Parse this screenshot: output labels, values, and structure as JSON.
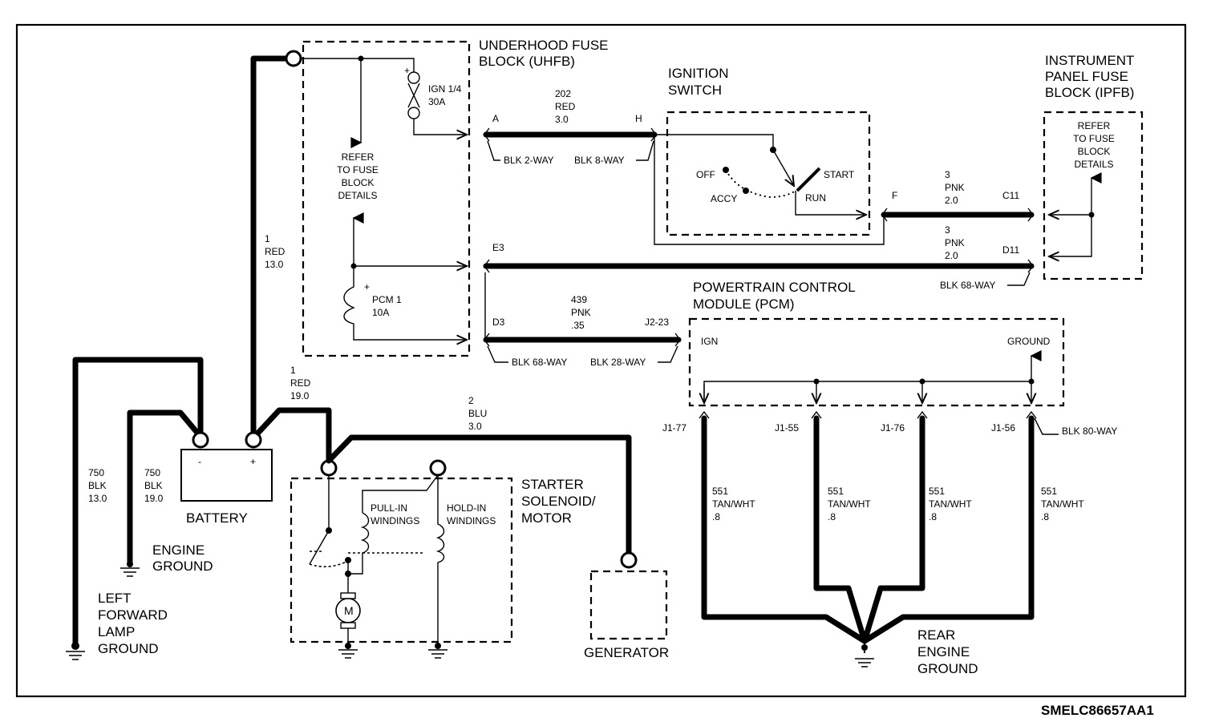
{
  "diagram": {
    "uhfb_title": [
      "UNDERHOOD FUSE",
      "BLOCK (UHFB)"
    ],
    "ign_fuse": [
      "IGN 1/4",
      "30A"
    ],
    "refer_uhfb": [
      "REFER",
      "TO FUSE",
      "BLOCK",
      "DETAILS"
    ],
    "pcm_fuse": [
      "PCM 1",
      "10A"
    ],
    "wire_1_red_13": [
      "1",
      "RED",
      "13.0"
    ],
    "wire_1_red_19": [
      "1",
      "RED",
      "19.0"
    ],
    "wire_2_blu": [
      "2",
      "BLU",
      "3.0"
    ],
    "wire_202": [
      "202",
      "RED",
      "3.0"
    ],
    "pin_a": "A",
    "pin_h": "H",
    "blk_2way": "BLK 2-WAY",
    "blk_8way": "BLK 8-WAY",
    "ign_title": [
      "IGNITION",
      "SWITCH"
    ],
    "sw_off": "OFF",
    "sw_accy": "ACCY",
    "sw_start": "START",
    "sw_run": "RUN",
    "pin_f": "F",
    "pin_c11": "C11",
    "pin_d11": "D11",
    "wire_3_pnk_a": [
      "3",
      "PNK",
      "2.0"
    ],
    "wire_3_pnk_b": [
      "3",
      "PNK",
      "2.0"
    ],
    "ipfb_title": [
      "INSTRUMENT",
      "PANEL FUSE",
      "BLOCK (IPFB)"
    ],
    "refer_ipfb": [
      "REFER",
      "TO FUSE",
      "BLOCK",
      "DETAILS"
    ],
    "pin_e3": "E3",
    "blk_68way_right": "BLK 68-WAY",
    "pcm_title": [
      "POWERTRAIN CONTROL",
      "MODULE (PCM)"
    ],
    "pin_d3": "D3",
    "pin_j2_23": "J2-23",
    "wire_439": [
      "439",
      "PNK",
      ".35"
    ],
    "blk_68way_left": "BLK 68-WAY",
    "blk_28way": "BLK 28-WAY",
    "pcm_ign": "IGN",
    "pcm_ground": "GROUND",
    "pin_j1_77": "J1-77",
    "pin_j1_55": "J1-55",
    "pin_j1_76": "J1-76",
    "pin_j1_56": "J1-56",
    "blk_80way": "BLK 80-WAY",
    "wire_551_a": [
      "551",
      "TAN/WHT",
      ".8"
    ],
    "wire_551_b": [
      "551",
      "TAN/WHT",
      ".8"
    ],
    "wire_551_c": [
      "551",
      "TAN/WHT",
      ".8"
    ],
    "wire_551_d": [
      "551",
      "TAN/WHT",
      ".8"
    ],
    "rear_ground": [
      "REAR",
      "ENGINE",
      "GROUND"
    ],
    "wire_750_13": [
      "750",
      "BLK",
      "13.0"
    ],
    "wire_750_19": [
      "750",
      "BLK",
      "19.0"
    ],
    "battery": "BATTERY",
    "batt_neg": "-",
    "batt_pos": "+",
    "engine_ground": [
      "ENGINE",
      "GROUND"
    ],
    "lamp_ground": [
      "LEFT",
      "FORWARD",
      "LAMP",
      "GROUND"
    ],
    "starter_title": [
      "STARTER",
      "SOLENOID/",
      "MOTOR"
    ],
    "pull_in": [
      "PULL-IN",
      "WINDINGS"
    ],
    "hold_in": [
      "HOLD-IN",
      "WINDINGS"
    ],
    "motor_m": "M",
    "generator": "GENERATOR",
    "figure_code": "SMELC86657AA1"
  }
}
